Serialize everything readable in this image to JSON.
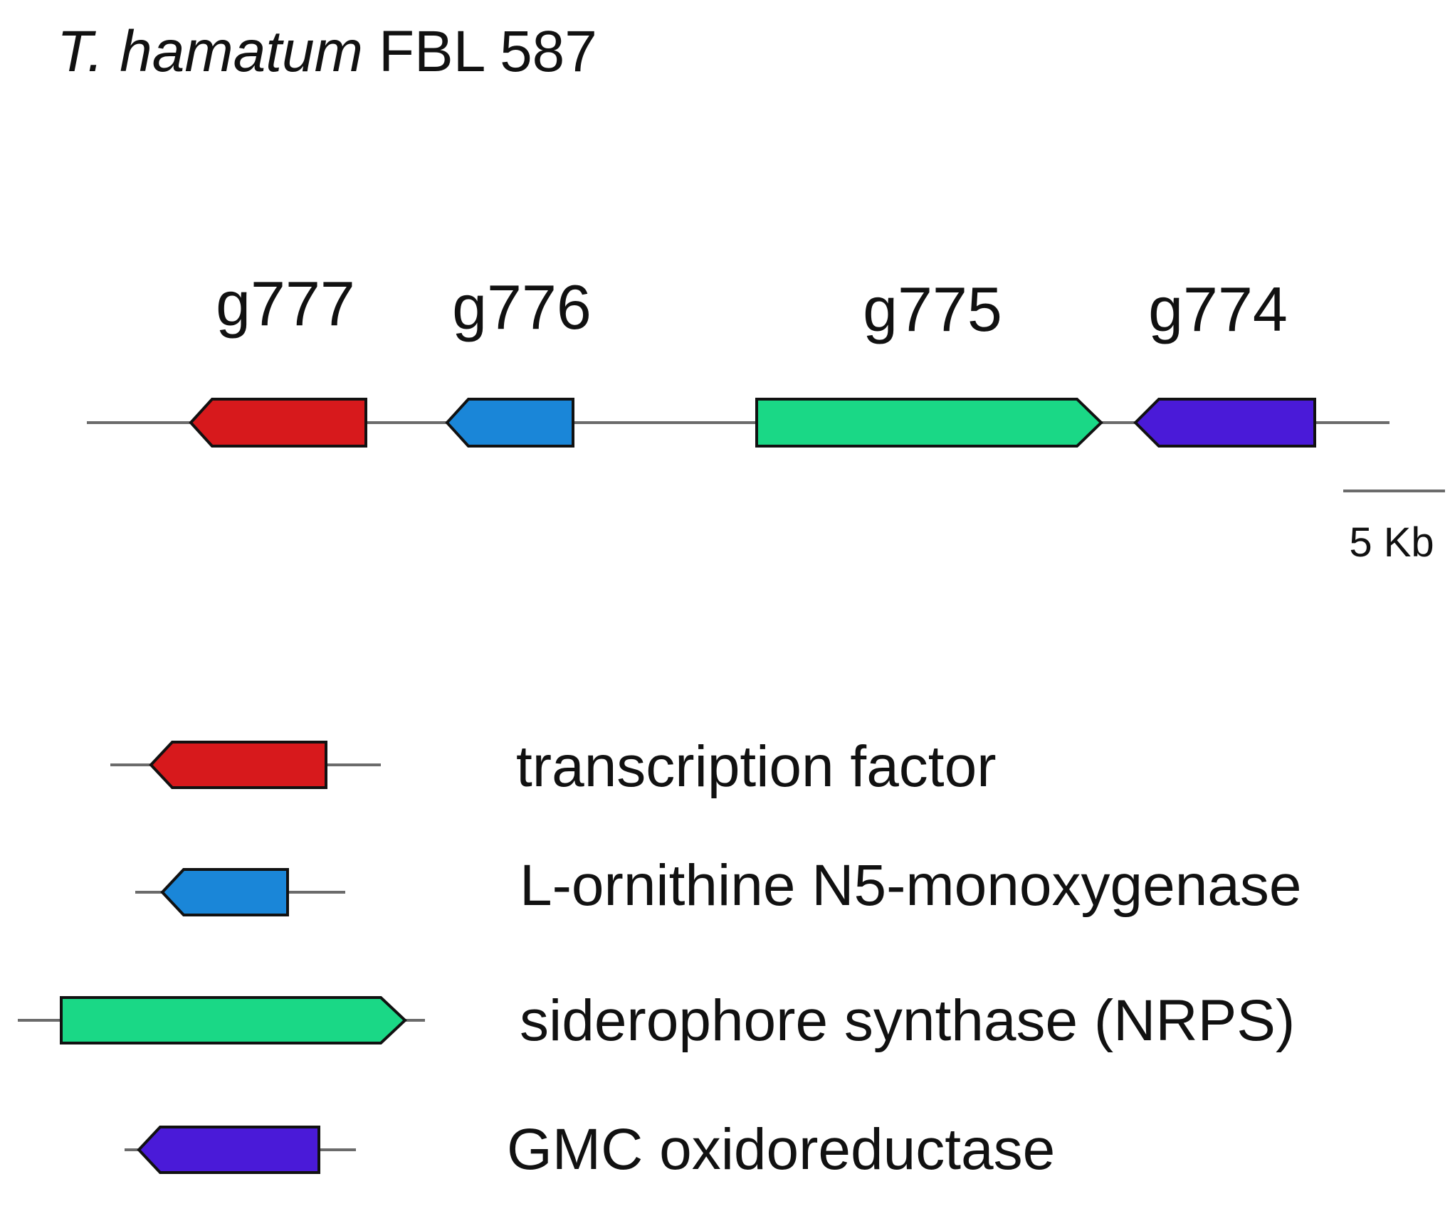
{
  "title": {
    "species": "T. hamatum",
    "strain": "FBL 587"
  },
  "scale_bar": {
    "label": "5 Kb"
  },
  "colors": {
    "transcription_factor": "#D7191C",
    "monoxygenase": "#1A86D8",
    "nrps": "#1AD886",
    "gmc": "#4A1AD8",
    "backbone": "#6B6B6B",
    "outline": "#111111"
  },
  "genes": [
    {
      "id": "g777",
      "label": "g777",
      "type": "transcription_factor",
      "direction": "reverse"
    },
    {
      "id": "g776",
      "label": "g776",
      "type": "monoxygenase",
      "direction": "reverse"
    },
    {
      "id": "g775",
      "label": "g775",
      "type": "nrps",
      "direction": "forward"
    },
    {
      "id": "g774",
      "label": "g774",
      "type": "gmc",
      "direction": "reverse"
    }
  ],
  "legend": [
    {
      "type": "transcription_factor",
      "label": "transcription factor",
      "direction": "reverse"
    },
    {
      "type": "monoxygenase",
      "label": "L-ornithine N5-monoxygenase",
      "direction": "reverse"
    },
    {
      "type": "nrps",
      "label": "siderophore synthase (NRPS)",
      "direction": "forward"
    },
    {
      "type": "gmc",
      "label": "GMC oxidoreductase",
      "direction": "reverse"
    }
  ]
}
